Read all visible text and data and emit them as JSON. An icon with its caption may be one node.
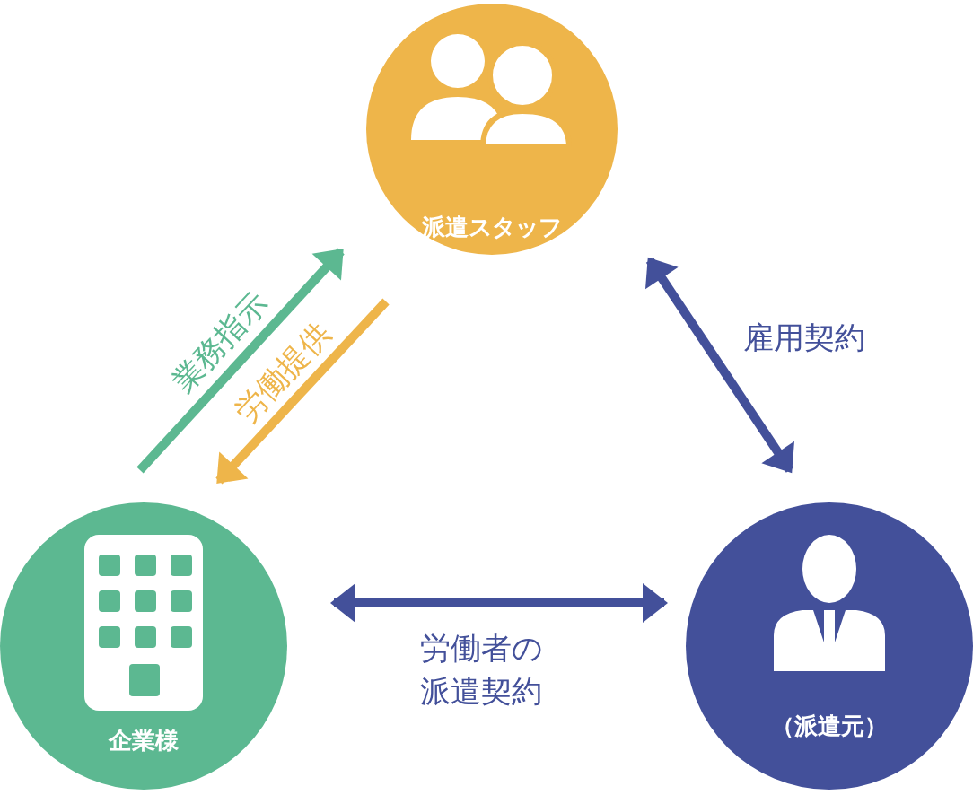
{
  "diagram": {
    "nodes": [
      {
        "text": [
          "派遣スタッフ"
        ]
      },
      {
        "text": [
          "企業様"
        ]
      },
      {
        "text": [
          "（派遣元）"
        ]
      }
    ],
    "edges": [
      {
        "from": 1,
        "to": 0,
        "arrow": "to",
        "label": "業務指示",
        "color": "#5cb891"
      },
      {
        "from": 0,
        "to": 1,
        "arrow": "to",
        "label": "労働提供",
        "color": "#eeb54a"
      },
      {
        "from": 0,
        "to": 2,
        "arrow": "both",
        "label": "雇用契約"
      },
      {
        "from": 1,
        "to": 2,
        "arrow": "both",
        "label": "労働者の派遣契約"
      }
    ]
  }
}
